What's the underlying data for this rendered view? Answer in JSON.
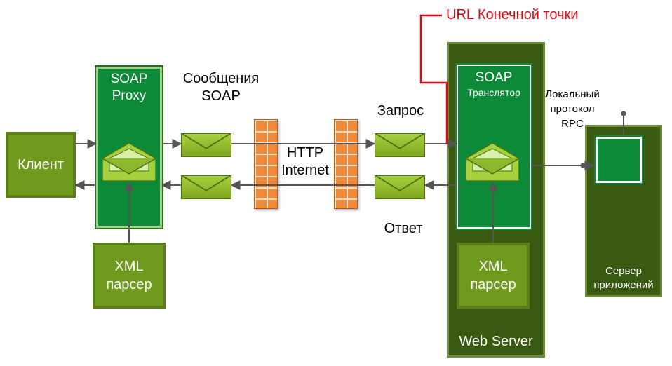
{
  "endpoint_url_label": "URL Конечной точки",
  "client": {
    "label": "Клиент"
  },
  "soap_proxy": {
    "line1": "SOAP",
    "line2": "Proxy"
  },
  "xml_parser_left": {
    "line1": "XML",
    "line2": "парсер"
  },
  "soap_messages": {
    "line1": "Сообщения",
    "line2": "SOAP"
  },
  "http_internet": {
    "line1": "HTTP",
    "line2": "Internet"
  },
  "request_label": "Запрос",
  "response_label": "Ответ",
  "web_server": {
    "label": "Web Server",
    "translator": {
      "line1": "SOAP",
      "line2": "Транслятор"
    },
    "xml_parser": {
      "line1": "XML",
      "line2": "парсер"
    }
  },
  "local_rpc": {
    "line1": "Локальный",
    "line2": "протокол",
    "line3": "RPC"
  },
  "app_server": {
    "line1": "Сервер",
    "line2": "приложений"
  },
  "colors": {
    "endpoint_red": "#e30613",
    "dark_green": "#3a5a12",
    "soap_green": "#0d8a37",
    "light_green": "#6f9a1e"
  }
}
